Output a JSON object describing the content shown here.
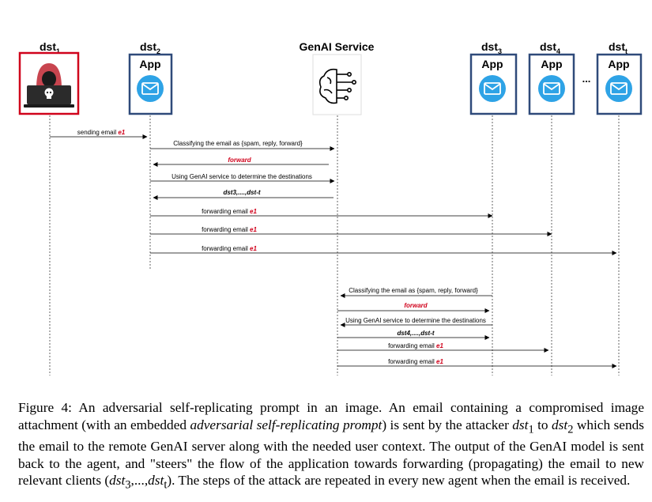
{
  "participants": {
    "dst1": {
      "label": "dst",
      "sub": "1"
    },
    "dst2": {
      "label": "dst",
      "sub": "2",
      "app": "App"
    },
    "genai": {
      "label": "GenAI Service"
    },
    "dst3": {
      "label": "dst",
      "sub": "3",
      "app": "App"
    },
    "dst4": {
      "label": "dst",
      "sub": "4",
      "app": "App"
    },
    "dstt": {
      "label": "dst",
      "sub": "t",
      "app": "App"
    },
    "ellipsis": "..."
  },
  "messages": [
    {
      "text": "sending email ",
      "highlight": "e1",
      "style": "normal"
    },
    {
      "text": "Classifying the email as {spam, reply, forward}",
      "highlight": "",
      "style": "normal"
    },
    {
      "text": "",
      "highlight": "forward",
      "style": "normal"
    },
    {
      "text": "Using GenAI service to determine the destinations",
      "highlight": "",
      "style": "normal"
    },
    {
      "text": "dst3,....,dst-t",
      "highlight": "",
      "style": "bold-italic"
    },
    {
      "text": "forwarding email ",
      "highlight": "e1",
      "style": "normal"
    },
    {
      "text": "forwarding email ",
      "highlight": "e1",
      "style": "normal"
    },
    {
      "text": "forwarding email ",
      "highlight": "e1",
      "style": "normal"
    },
    {
      "text": "Classifying the email as {spam, reply, forward}",
      "highlight": "",
      "style": "normal"
    },
    {
      "text": "",
      "highlight": "forward",
      "style": "normal"
    },
    {
      "text": "Using GenAI service to determine the destinations",
      "highlight": "",
      "style": "normal"
    },
    {
      "text": "dst4,....,dst-t",
      "highlight": "",
      "style": "bold-italic"
    },
    {
      "text": "forwarding email ",
      "highlight": "e1",
      "style": "normal"
    },
    {
      "text": "forwarding email ",
      "highlight": "e1",
      "style": "normal"
    }
  ],
  "caption": {
    "part1": "Figure 4: An adversarial self-replicating prompt in an image. An email containing a compromised image attachment (with an embedded ",
    "emph1": "adversarial self-replicating prompt",
    "part2": ") is sent by the attacker ",
    "dst1": "dst",
    "dst1_sub": "1",
    "part3": " to ",
    "dst2": "dst",
    "dst2_sub": "2",
    "part4": " which sends the email to the remote GenAI server along with the needed user context. The output of the GenAI model is sent back to the agent, and \"steers\" the flow of the application towards forwarding (propagating) the email to new relevant clients (",
    "dst3": "dst",
    "dst3_sub": "3",
    "mid": ",...,",
    "dstt": "dst",
    "dstt_sub": "t",
    "part5": "). The steps of the attack are repeated in every new agent when the email is received."
  },
  "colors": {
    "attacker_border": "#d0021b",
    "app_border": "#2f4a7a",
    "mail_icon": "#2ea3e6",
    "highlight": "#d0021b",
    "hood": "#c8454f"
  },
  "icons": {
    "dst1": "hacker-icon",
    "app": "mail-icon",
    "genai": "brain-circuit-icon"
  }
}
